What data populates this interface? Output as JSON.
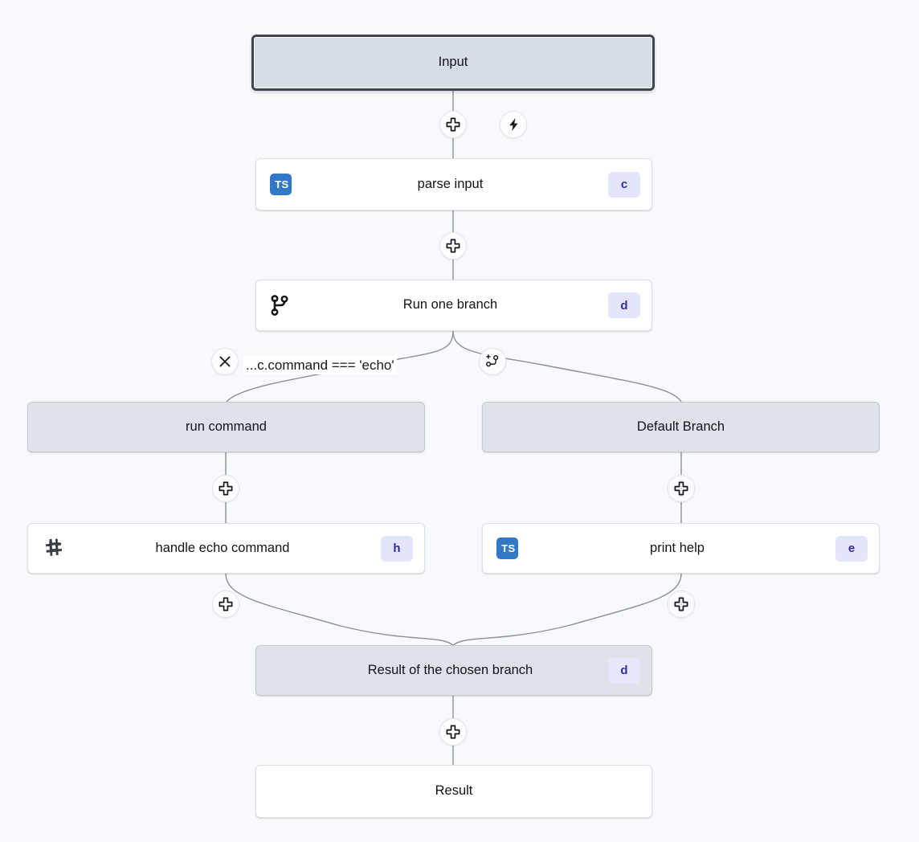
{
  "canvas": {
    "background_color": "#f8f9fc",
    "edge_color": "#8b9099"
  },
  "theme": {
    "node_fill_io": "#dde3e9",
    "node_fill_plain": "#ffffff",
    "node_border": "#c3ccd5",
    "selected_border": "#3d4652",
    "badge_bg": "#e2e5fb",
    "badge_text": "#312e9e",
    "ts_icon_bg": "#3178c6"
  },
  "nodes": [
    {
      "id": "input",
      "label": "Input",
      "icon": "none",
      "badge": "",
      "style": "selected"
    },
    {
      "id": "parse_input",
      "label": "parse input",
      "icon": "typescript",
      "badge": "c",
      "style": "plain"
    },
    {
      "id": "run_branch",
      "label": "Run one branch",
      "icon": "branch",
      "badge": "d",
      "style": "plain"
    },
    {
      "id": "run_command",
      "label": "run command",
      "icon": "none",
      "badge": "",
      "style": "io"
    },
    {
      "id": "default_branch",
      "label": "Default Branch",
      "icon": "none",
      "badge": "",
      "style": "io"
    },
    {
      "id": "handle_echo",
      "label": "handle echo command",
      "icon": "puzzle",
      "badge": "h",
      "style": "plain"
    },
    {
      "id": "print_help",
      "label": "print help",
      "icon": "typescript",
      "badge": "e",
      "style": "plain"
    },
    {
      "id": "result_chosen",
      "label": "Result of the chosen branch",
      "icon": "none",
      "badge": "d",
      "style": "io"
    },
    {
      "id": "result",
      "label": "Result",
      "icon": "none",
      "badge": "",
      "style": "io-white"
    }
  ],
  "condition": {
    "expression": "...c.command === 'echo'",
    "remove_button_icon": "close-icon",
    "add_branch_button_icon": "add-branch-icon"
  },
  "handles": [
    {
      "id": "h-input-parse",
      "icon": "plus-icon"
    },
    {
      "id": "h-input-trigger",
      "icon": "lightning-icon"
    },
    {
      "id": "h-parse-branch",
      "icon": "plus-icon"
    },
    {
      "id": "h-runcmd-handle",
      "icon": "plus-icon"
    },
    {
      "id": "h-default-printhelp",
      "icon": "plus-icon"
    },
    {
      "id": "h-handle-result",
      "icon": "plus-icon"
    },
    {
      "id": "h-printhelp-result",
      "icon": "plus-icon"
    },
    {
      "id": "h-result-out",
      "icon": "plus-icon"
    }
  ],
  "icon_labels": {
    "typescript": "TS",
    "branch": "branch-icon",
    "puzzle": "puzzle-icon",
    "plus": "plus-icon",
    "lightning": "lightning-icon",
    "close": "close-icon",
    "add_branch": "add-branch-icon"
  }
}
